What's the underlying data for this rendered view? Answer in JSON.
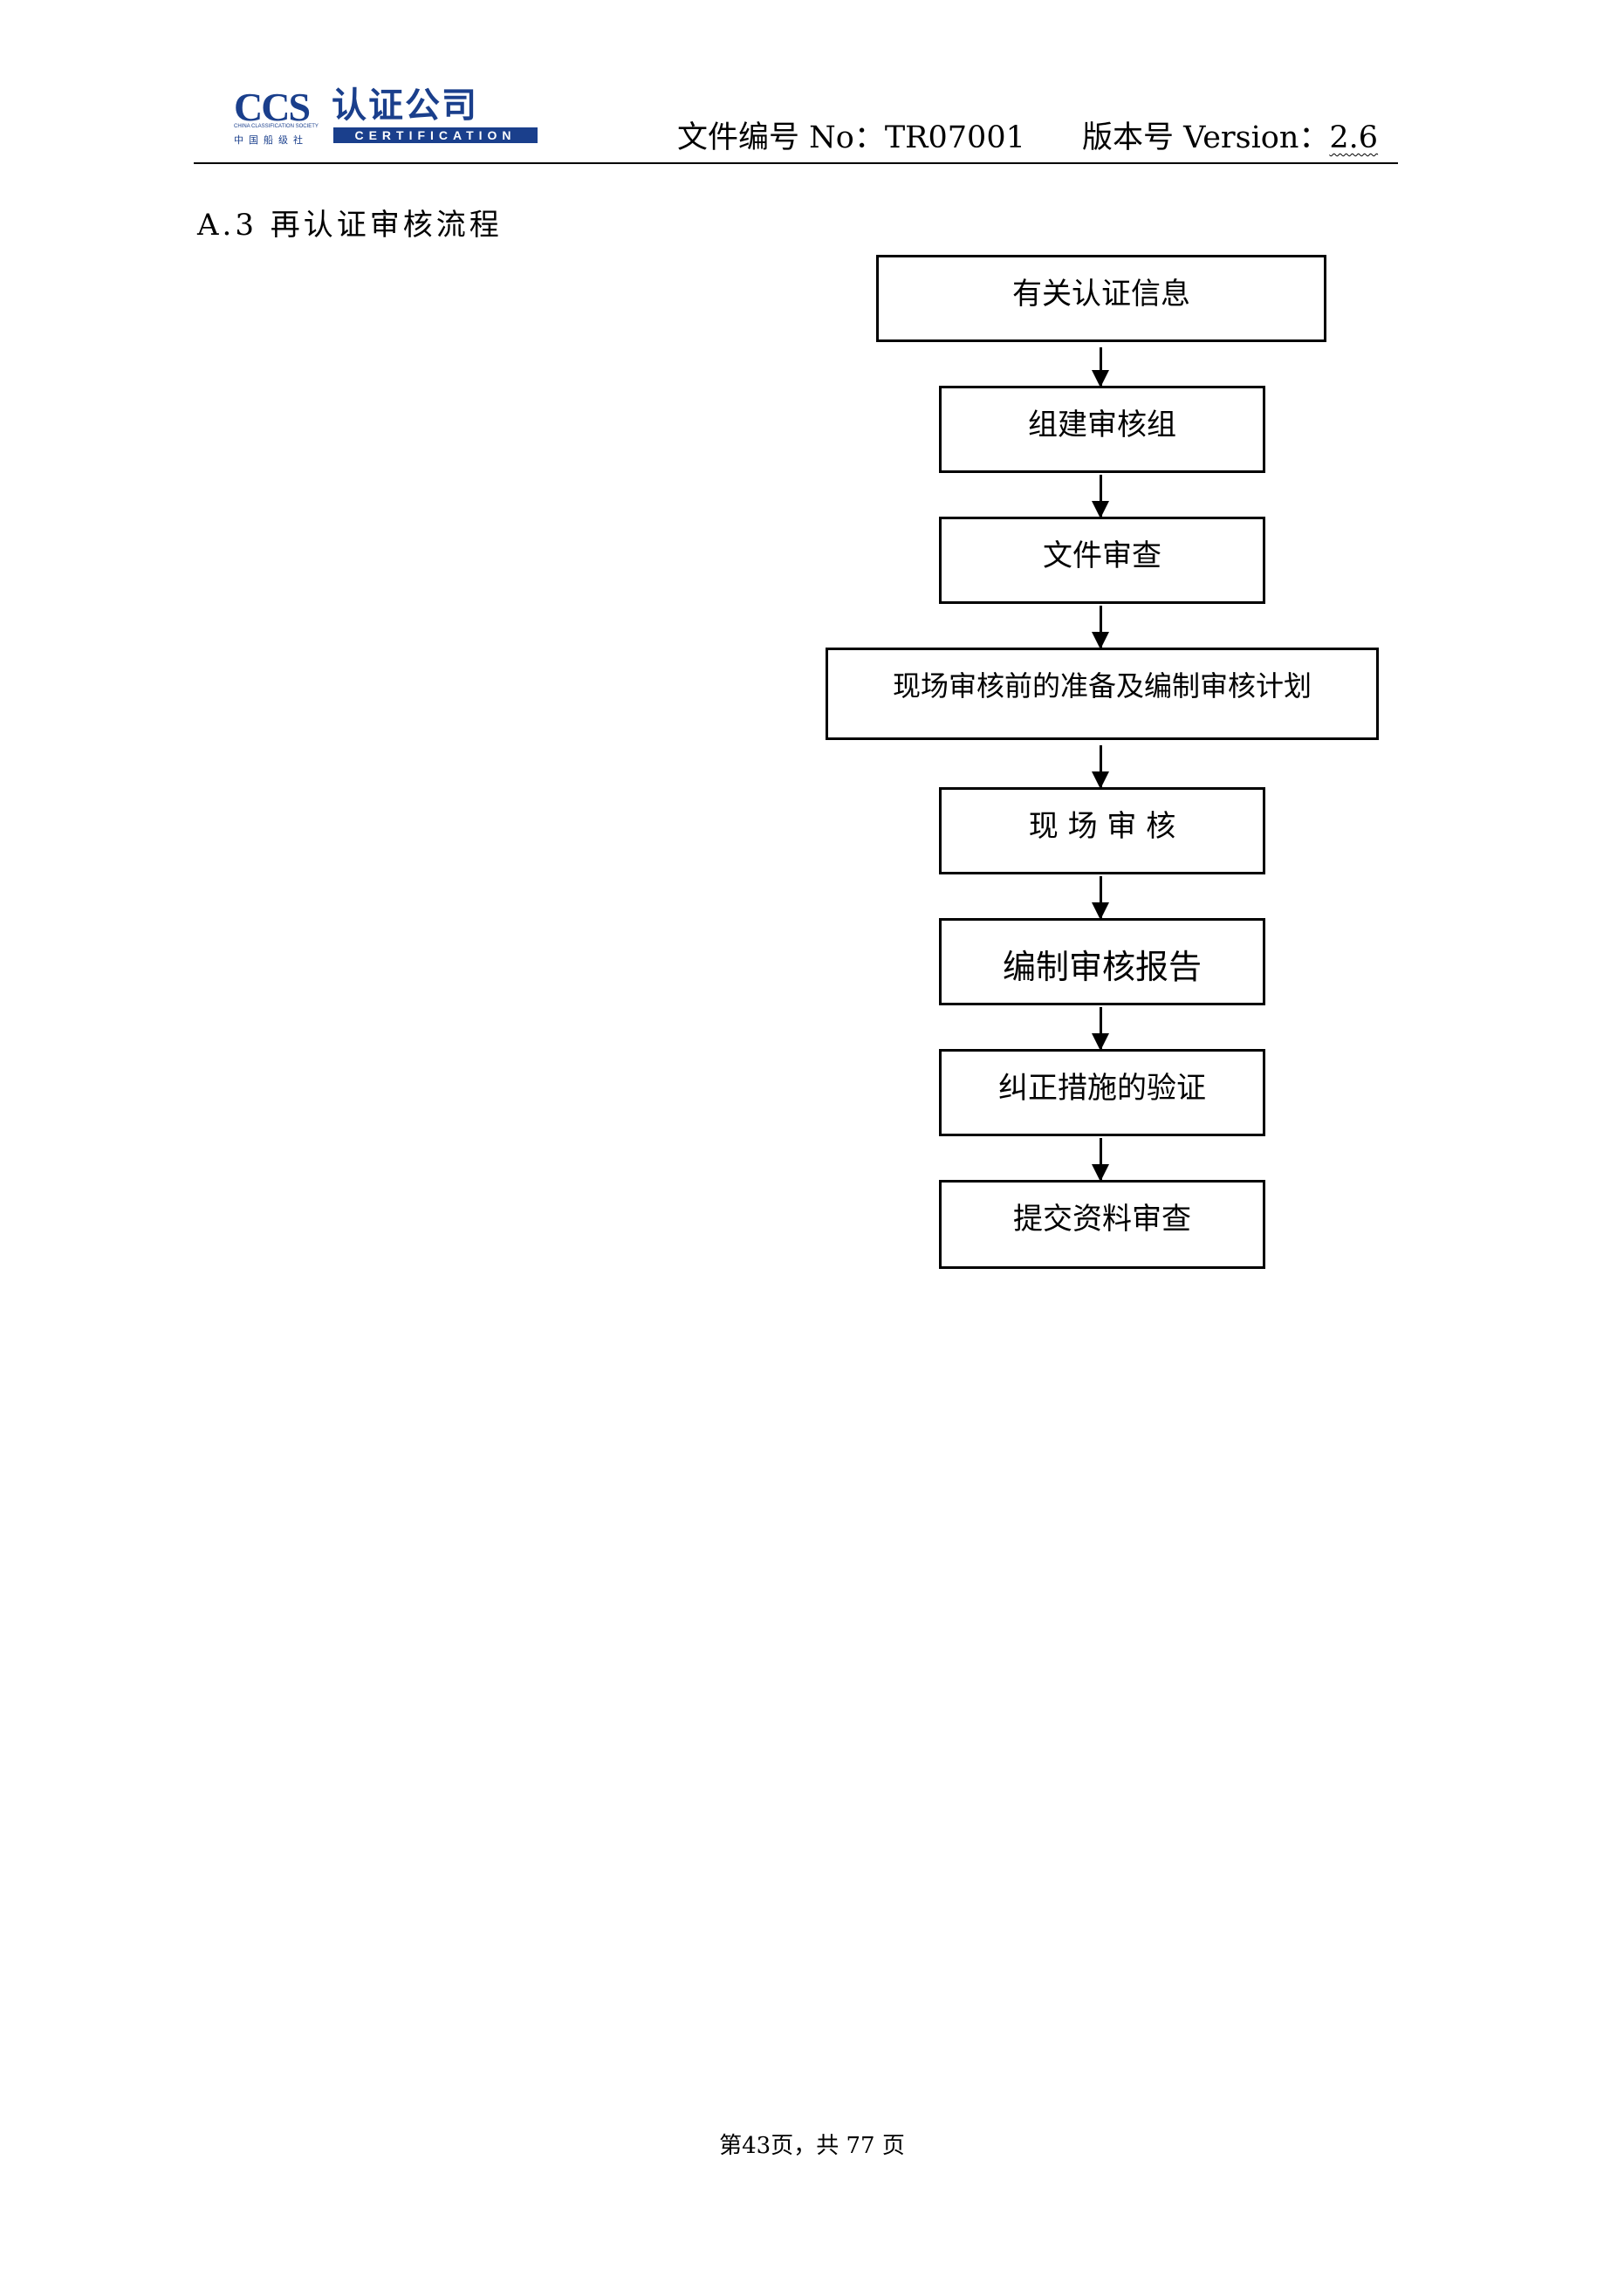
{
  "header": {
    "logo": {
      "ccs": "CCS",
      "ccs_sub": "CHINA CLASSIFICATION SOCIETY",
      "cn_small": "中国船级社",
      "cn_name": "认证公司",
      "cert": "CERTIFICATION"
    },
    "doc_no_label": "文件编号 No：",
    "doc_no": "TR07001",
    "version_label": "版本号 Version：",
    "version": "2.6"
  },
  "section_title": "A.3 再认证审核流程",
  "flow_steps": [
    "有关认证信息",
    "组建审核组",
    "文件审查",
    "现场审核前的准备及编制审核计划",
    "现 场 审 核",
    "编制审核报告",
    "纠正措施的验证",
    "提交资料审查"
  ],
  "footer": "第43页，共 77 页"
}
